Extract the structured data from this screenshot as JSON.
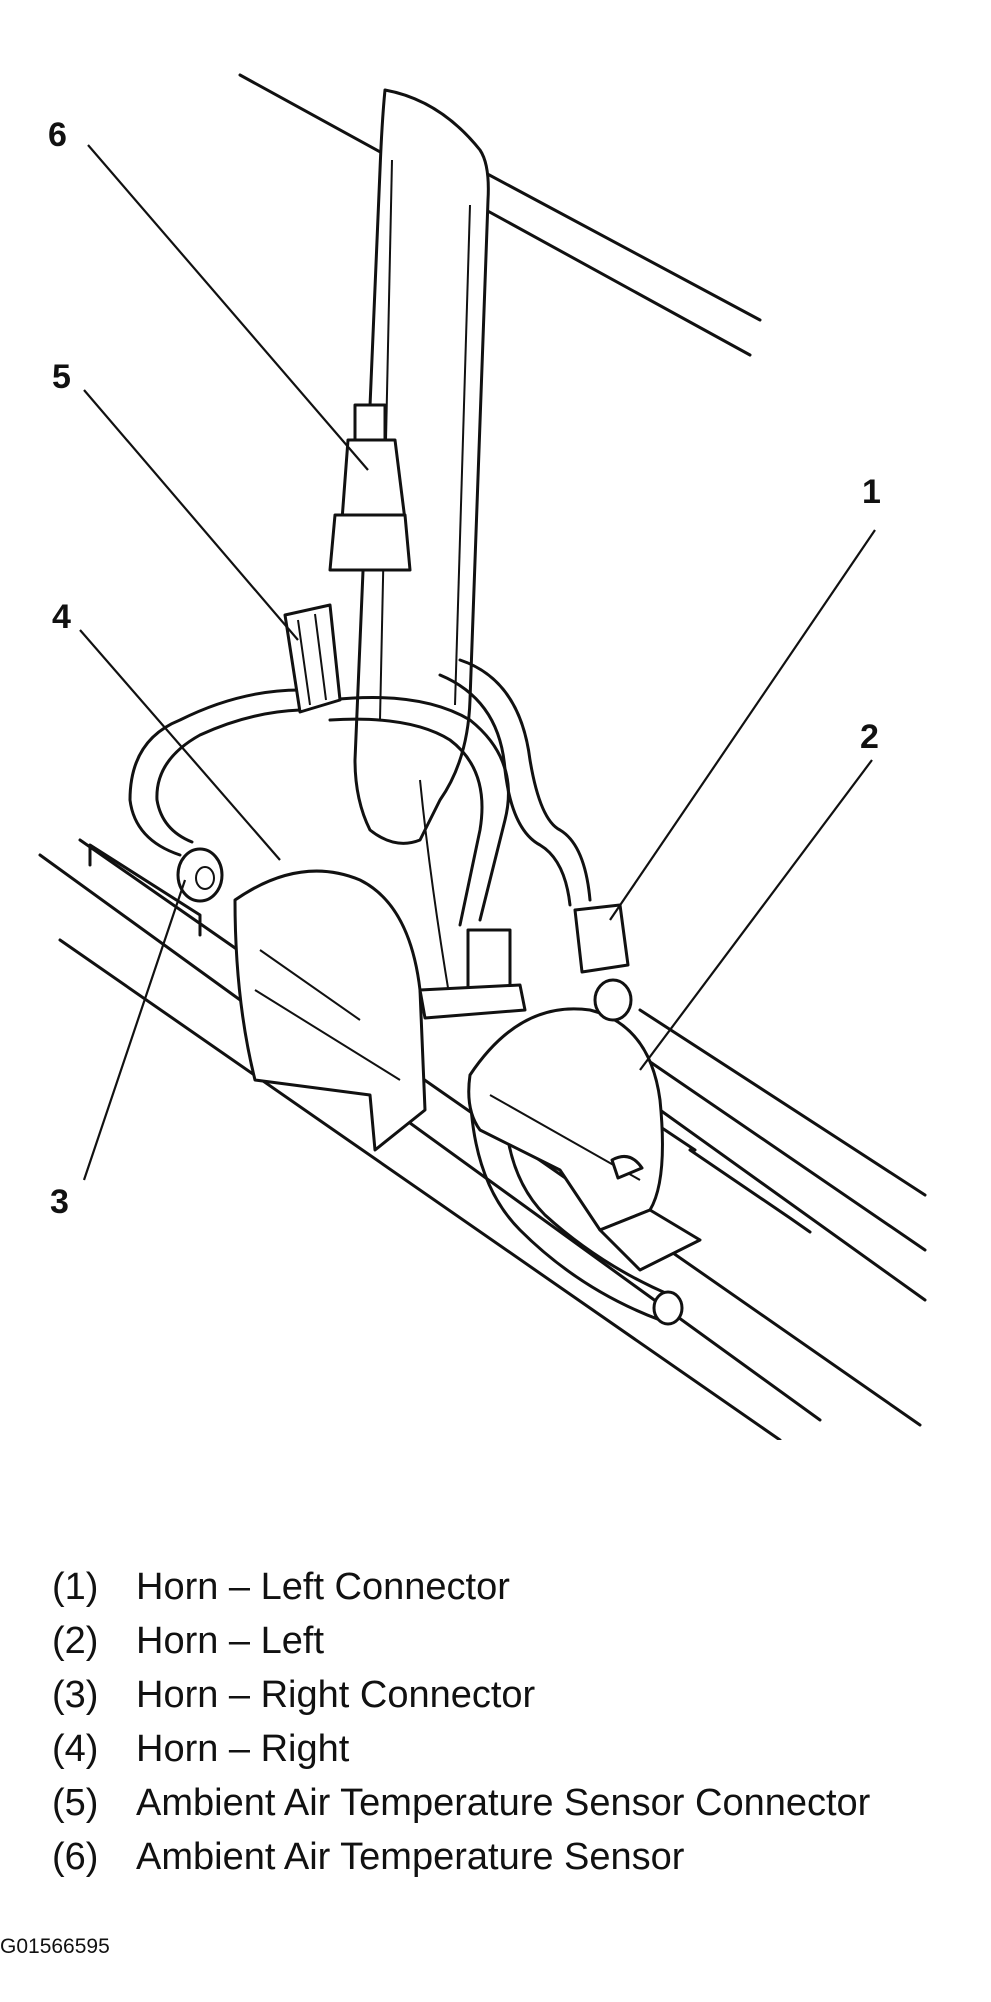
{
  "callouts": [
    "1",
    "2",
    "3",
    "4",
    "5",
    "6"
  ],
  "legend": [
    {
      "num": "(1)",
      "text": "Horn – Left Connector"
    },
    {
      "num": "(2)",
      "text": "Horn – Left"
    },
    {
      "num": "(3)",
      "text": "Horn – Right Connector"
    },
    {
      "num": "(4)",
      "text": "Horn – Right"
    },
    {
      "num": "(5)",
      "text": "Ambient Air Temperature Sensor Connector"
    },
    {
      "num": "(6)",
      "text": "Ambient Air Temperature Sensor"
    }
  ],
  "figure_code": "G01566595"
}
